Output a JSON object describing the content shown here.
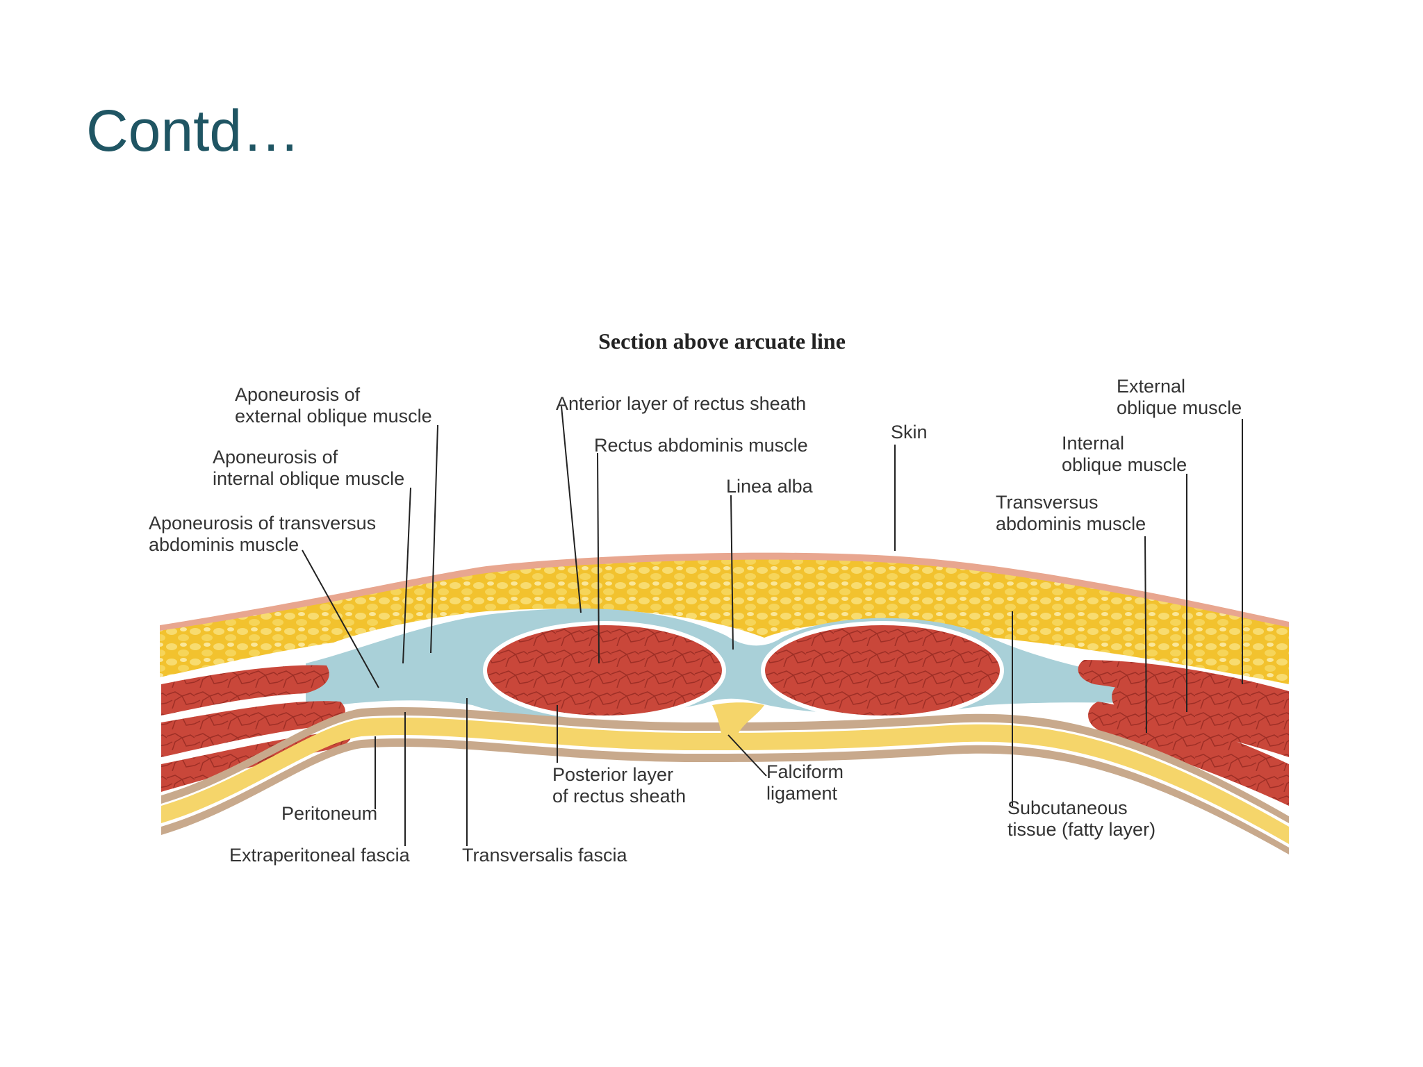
{
  "slide": {
    "title": "Contd…"
  },
  "figure": {
    "title": "Section above arcuate line",
    "labels": {
      "apon_ext_oblique": [
        "Aponeurosis of",
        "external oblique muscle"
      ],
      "apon_int_oblique": [
        "Aponeurosis of",
        "internal oblique muscle"
      ],
      "apon_transversus": [
        "Aponeurosis of transversus",
        "abdominis muscle"
      ],
      "anterior_layer": [
        "Anterior layer of rectus sheath"
      ],
      "rectus_abdominis": [
        "Rectus abdominis muscle"
      ],
      "linea_alba": [
        "Linea alba"
      ],
      "skin": [
        "Skin"
      ],
      "external_oblique": [
        "External",
        "oblique muscle"
      ],
      "internal_oblique": [
        "Internal",
        "oblique muscle"
      ],
      "transversus": [
        "Transversus",
        "abdominis muscle"
      ],
      "peritoneum": [
        "Peritoneum"
      ],
      "extraperitoneal": [
        "Extraperitoneal fascia"
      ],
      "transversalis": [
        "Transversalis fascia"
      ],
      "posterior_layer": [
        "Posterior layer",
        "of rectus sheath"
      ],
      "falciform": [
        "Falciform",
        "ligament"
      ],
      "subcutaneous": [
        "Subcutaneous",
        "tissue (fatty layer)"
      ]
    }
  },
  "colors": {
    "title": "#1f5563",
    "skin": "#e8a68f",
    "fat": "#f2c22e",
    "fat_light": "#f7dc6a",
    "muscle": "#c9473a",
    "muscle_dark": "#a8322a",
    "fascia": "#a9d0d8",
    "peritoneum_band": "#c8a98c"
  }
}
